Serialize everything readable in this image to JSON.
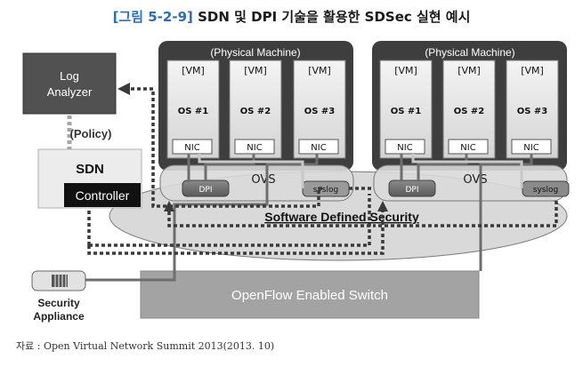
{
  "title": {
    "figure_no": "[그림 5-2-9]",
    "text": "SDN 및 DPI 기술을 활용한 SDSec 실현 예시"
  },
  "machines": [
    {
      "label": "(Physical Machine)",
      "vms": [
        {
          "vm": "[VM]",
          "os": "OS #1",
          "nic": "NIC"
        },
        {
          "vm": "[VM]",
          "os": "OS #2",
          "nic": "NIC"
        },
        {
          "vm": "[VM]",
          "os": "OS #3",
          "nic": "NIC"
        }
      ],
      "dpi": "DPI",
      "ovs": "OVS",
      "syslog": "syslog"
    },
    {
      "label": "(Physical Machine)",
      "vms": [
        {
          "vm": "[VM]",
          "os": "OS #1",
          "nic": "NIC"
        },
        {
          "vm": "[VM]",
          "os": "OS #2",
          "nic": "NIC"
        },
        {
          "vm": "[VM]",
          "os": "OS #3",
          "nic": "NIC"
        }
      ],
      "dpi": "DPI",
      "ovs": "OVS",
      "syslog": "syslog"
    }
  ],
  "log_analyzer": {
    "line1": "Log",
    "line2": "Analyzer"
  },
  "policy": "(Policy)",
  "sdn": {
    "label": "SDN",
    "controller": "Controller"
  },
  "sds_label": "Software Defined Security",
  "security_appliance": {
    "line1": "Security",
    "line2": "Appliance"
  },
  "openflow": "OpenFlow Enabled Switch",
  "source": "자료 : Open Virtual Network Summit 2013(2013. 10)"
}
